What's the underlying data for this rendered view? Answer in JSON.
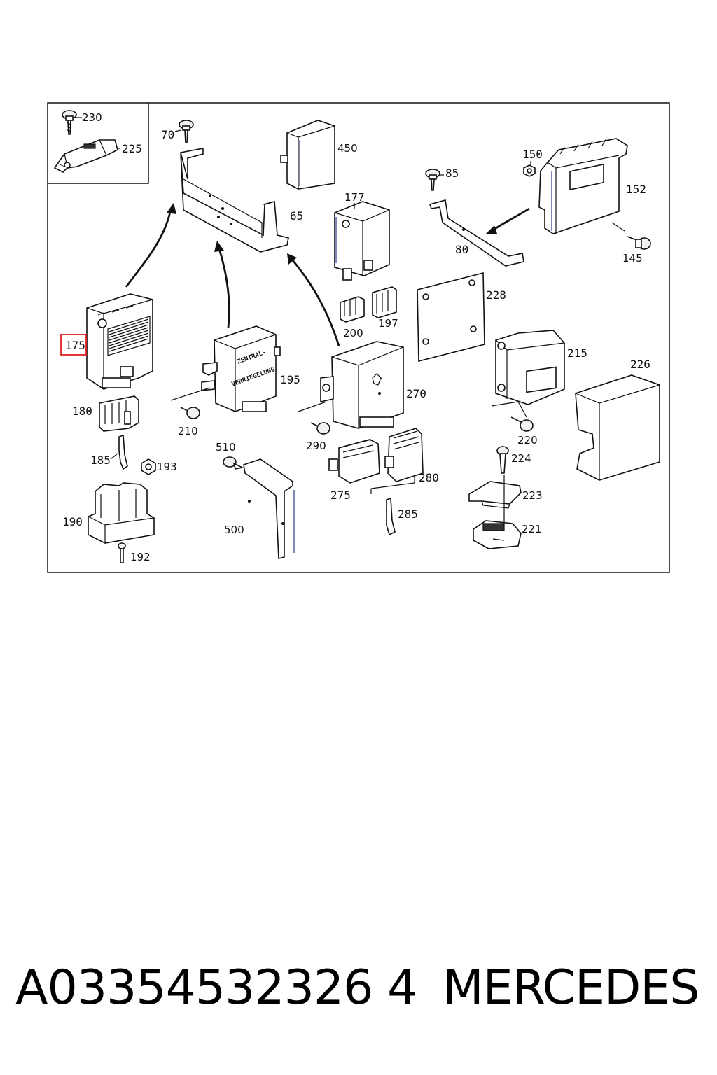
{
  "labels": {
    "l230": "230",
    "l225": "225",
    "l70": "70",
    "l65": "65",
    "l450": "450",
    "l177": "177",
    "l200": "200",
    "l197": "197",
    "l85": "85",
    "l80": "80",
    "l150": "150",
    "l152": "152",
    "l145": "145",
    "l228": "228",
    "l215": "215",
    "l226": "226",
    "l175": "175",
    "l180": "180",
    "l185": "185",
    "l193": "193",
    "l190": "190",
    "l192": "192",
    "l195": "195",
    "l210": "210",
    "l510": "510",
    "l500": "500",
    "l270": "270",
    "l290": "290",
    "l275": "275",
    "l280": "280",
    "l285": "285",
    "l220": "220",
    "l224": "224",
    "l223": "223",
    "l221": "221"
  },
  "unit_195_print": [
    "ZENTRAL-",
    "VERRIEGELUNG"
  ],
  "highlight": {
    "part": "175",
    "color": "#e02020"
  },
  "footer": {
    "part_number": "A03354532326 4",
    "brand": "MERCEDES"
  }
}
